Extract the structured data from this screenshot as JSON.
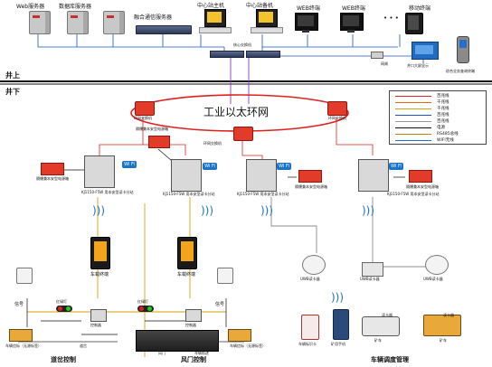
{
  "servers": {
    "web": "Web服务器",
    "db": "数据库服务器",
    "fusion": "融合通信服务器"
  },
  "hosts": {
    "center_host": "中心站主机",
    "center_backup": "中心站备机"
  },
  "terminals": {
    "web1": "WEB终端",
    "web2": "WEB终端",
    "mobile": "移动终端",
    "dots": "• • •"
  },
  "core": {
    "core_switch": "核心交换机",
    "gateway": "网闸",
    "display": "井口大屏显示",
    "kiosk": "综合业务查询终端"
  },
  "ground": {
    "above": "井上",
    "below": "井下"
  },
  "ring": {
    "title": "工业以太环网",
    "switch_label": "环网交换机"
  },
  "legend": {
    "items": [
      {
        "label": "百兆线",
        "color": "#d22"
      },
      {
        "label": "千兆线",
        "color": "#e60"
      },
      {
        "label": "千兆线",
        "color": "#d4a20a"
      },
      {
        "label": "百兆线",
        "color": "#1a55c8"
      },
      {
        "label": "百兆线",
        "color": "#999999"
      },
      {
        "label": "电源",
        "color": "#111111"
      },
      {
        "label": "RS485总线",
        "color": "#b8860b"
      },
      {
        "label": "WIFI无线",
        "color": "#1c74c8"
      }
    ]
  },
  "field": {
    "power_box_1": "隔爆兼本安型电源箱",
    "power_box_2": "隔爆兼本安型电源箱",
    "power_box_3": "隔爆兼本安型电源箱",
    "power_box_4": "隔爆兼本安型电源箱",
    "sub_station": "KJ1150-F5W 用本安型读卡分站",
    "wifi": "Wi Fi",
    "car_terminal": "车载终端",
    "uwb_reader": "UWB读卡器",
    "card": "车辆标识卡",
    "mine_phone": "矿用手机",
    "traffic_light": "红绿灯",
    "controller": "控制器",
    "vehicle_sign": "车辆信标（无源标签）",
    "sensor": "信号",
    "turnout": "道岔",
    "air_door": "风门",
    "lane": "车辆轨迹",
    "miner_car": "矿车",
    "card_reader": "读卡器"
  },
  "sections": {
    "turnout_control": "道岔控制",
    "air_door_control": "风门控制",
    "vehicle_mgmt": "车辆调度管理"
  }
}
